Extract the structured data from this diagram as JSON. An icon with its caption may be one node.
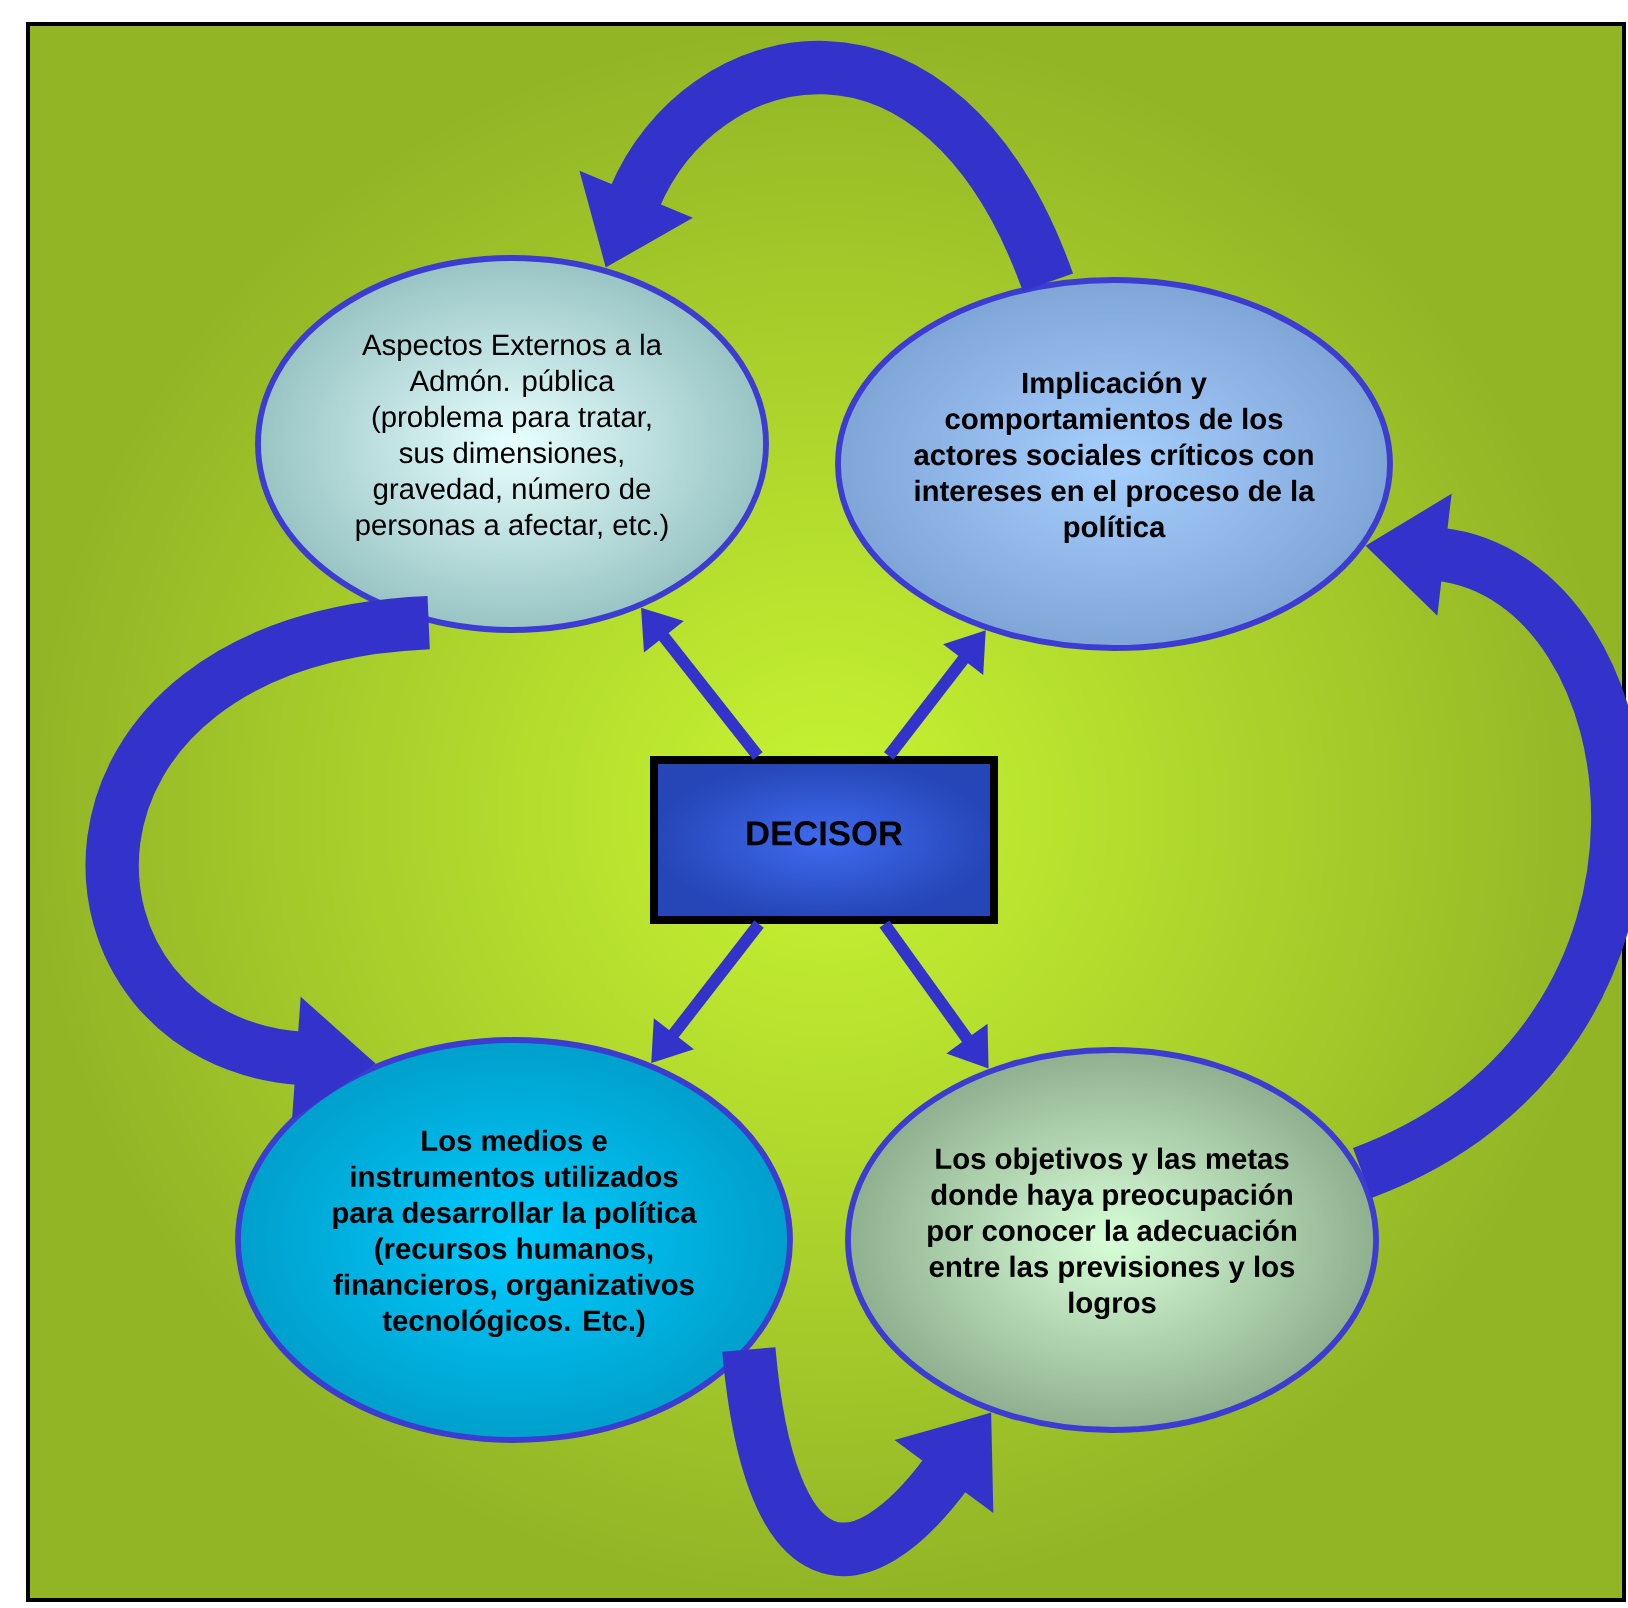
{
  "diagram": {
    "nodes": [
      {
        "text": [
          "Aspectos Externos a la Admón. pública (problema para tratar, sus dimensiones, gravedad, número de personas a afectar, etc.)"
        ]
      },
      {
        "text": [
          "Implicación y comportamientos de los actores sociales críticos con intereses en el proceso de la política"
        ]
      },
      {
        "text": [
          "DECISOR"
        ]
      },
      {
        "text": [
          "Los medios e instrumentos utilizados para desarrollar la política (recursos humanos, financieros, organizativos tecnológicos. Etc.)"
        ]
      },
      {
        "text": [
          "Los objetivos y las metas donde haya preocupación por conocer la adecuación entre las previsiones y los logros"
        ]
      }
    ],
    "edges": [
      {
        "from": 2,
        "to": 0,
        "arrow": "to"
      },
      {
        "from": 2,
        "to": 1,
        "arrow": "to"
      },
      {
        "from": 2,
        "to": 3,
        "arrow": "to"
      },
      {
        "from": 2,
        "to": 4,
        "arrow": "to"
      },
      {
        "from": 1,
        "to": 0,
        "arrow": "to",
        "style": "thick"
      },
      {
        "from": 0,
        "to": 3,
        "arrow": "to",
        "style": "thick"
      },
      {
        "from": 3,
        "to": 4,
        "arrow": "to",
        "style": "thick"
      },
      {
        "from": 4,
        "to": 1,
        "arrow": "to",
        "style": "thick"
      }
    ]
  }
}
